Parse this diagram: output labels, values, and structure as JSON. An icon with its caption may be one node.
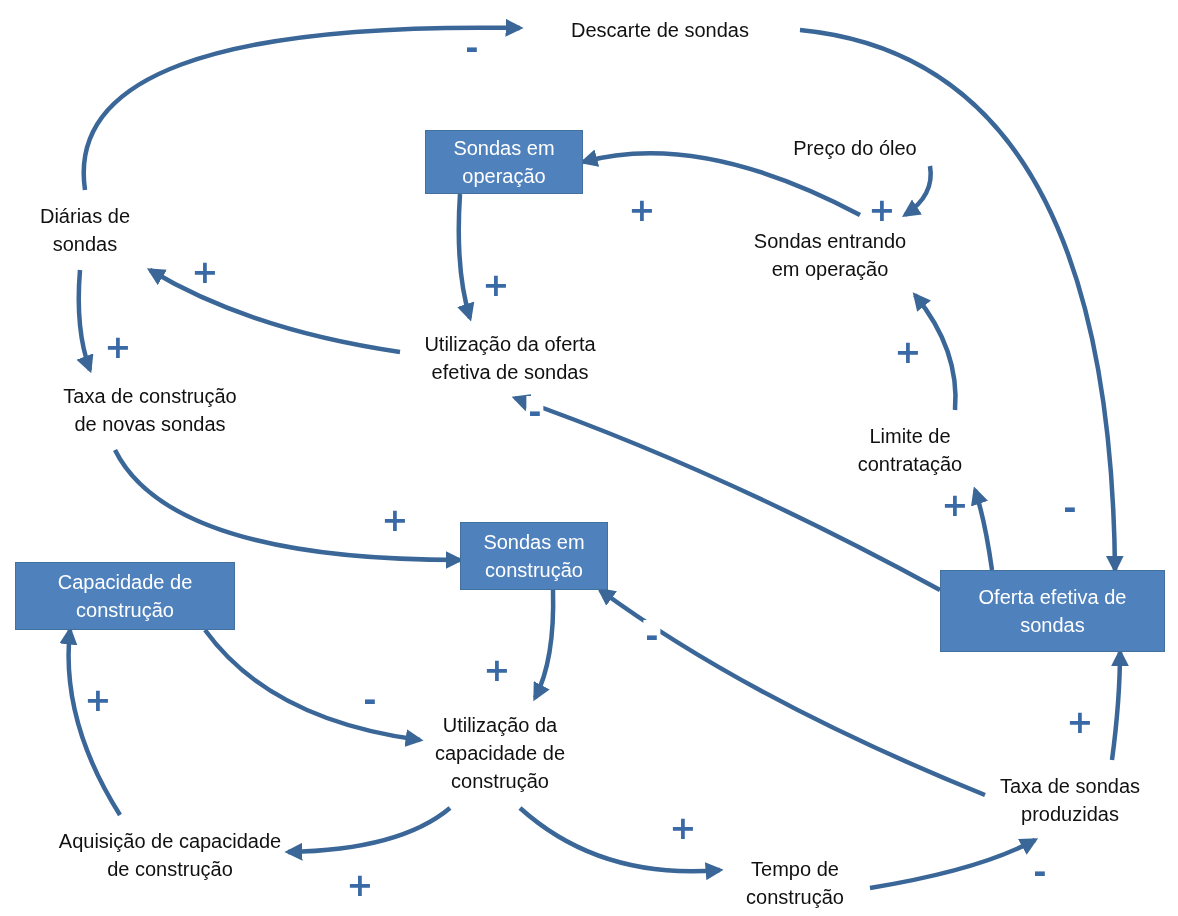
{
  "diagram": {
    "nodes": [
      {
        "text": [
          "Descarte de sondas"
        ]
      },
      {
        "text": [
          "Sondas em operação"
        ]
      },
      {
        "text": [
          "Preço do óleo"
        ]
      },
      {
        "text": [
          "Diárias de sondas"
        ]
      },
      {
        "text": [
          "Sondas entrando em operação"
        ]
      },
      {
        "text": [
          "Utilização da oferta efetiva de sondas"
        ]
      },
      {
        "text": [
          "Taxa de construção de novas sondas"
        ]
      },
      {
        "text": [
          "Limite de contratação"
        ]
      },
      {
        "text": [
          "Sondas em construção"
        ]
      },
      {
        "text": [
          "Capacidade de construção"
        ]
      },
      {
        "text": [
          "Oferta efetiva de sondas"
        ]
      },
      {
        "text": [
          "Utilização da capacidade de construção"
        ]
      },
      {
        "text": [
          "Taxa de sondas produzidas"
        ]
      },
      {
        "text": [
          "Aquisição de capacidade de construção"
        ]
      },
      {
        "text": [
          "Tempo de construção"
        ]
      }
    ],
    "edges": [
      {
        "from": 3,
        "to": 0,
        "arrow": "to",
        "label": "-"
      },
      {
        "from": 0,
        "to": 10,
        "arrow": "to",
        "label": "-"
      },
      {
        "from": 4,
        "to": 1,
        "arrow": "to",
        "label": "+"
      },
      {
        "from": 2,
        "to": 4,
        "arrow": "to",
        "label": "+"
      },
      {
        "from": 1,
        "to": 5,
        "arrow": "to",
        "label": "+"
      },
      {
        "from": 5,
        "to": 3,
        "arrow": "to",
        "label": "+"
      },
      {
        "from": 3,
        "to": 6,
        "arrow": "to",
        "label": "+"
      },
      {
        "from": 6,
        "to": 8,
        "arrow": "to",
        "label": "+"
      },
      {
        "from": 10,
        "to": 5,
        "arrow": "to",
        "label": "-"
      },
      {
        "from": 7,
        "to": 4,
        "arrow": "to",
        "label": "+"
      },
      {
        "from": 10,
        "to": 7,
        "arrow": "to",
        "label": "+"
      },
      {
        "from": 8,
        "to": 11,
        "arrow": "to",
        "label": "+"
      },
      {
        "from": 9,
        "to": 11,
        "arrow": "to",
        "label": "-"
      },
      {
        "from": 12,
        "to": 8,
        "arrow": "to",
        "label": "-"
      },
      {
        "from": 12,
        "to": 10,
        "arrow": "to",
        "label": "+"
      },
      {
        "from": 11,
        "to": 13,
        "arrow": "to",
        "label": "+"
      },
      {
        "from": 13,
        "to": 9,
        "arrow": "to",
        "label": "+"
      },
      {
        "from": 11,
        "to": 14,
        "arrow": "to",
        "label": "+"
      },
      {
        "from": 14,
        "to": 12,
        "arrow": "to",
        "label": "-"
      }
    ]
  }
}
